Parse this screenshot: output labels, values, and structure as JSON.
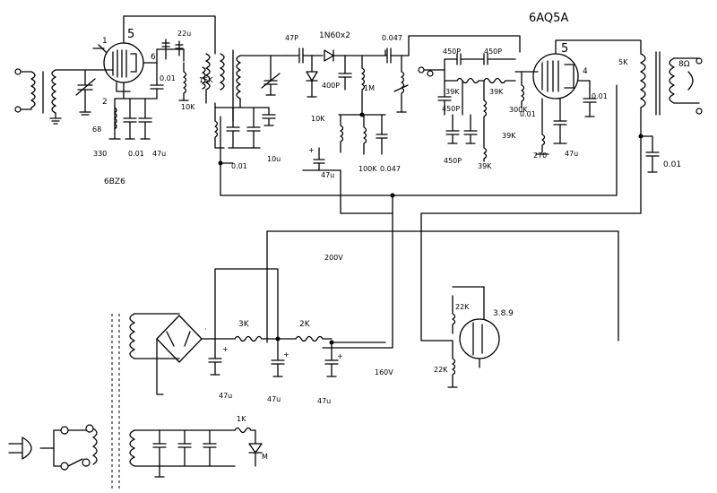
{
  "labels": {
    "tube1": "6BZ6",
    "tube2": "6AQ5A",
    "tube3": "3.8.9",
    "diode_pair": "1N60x2",
    "pin5": "5",
    "pin5b": "5",
    "pin1": "1",
    "pin2": "2",
    "pin4": "4",
    "pin6": "6",
    "r_15k": "15K",
    "c_22u_top": "22u",
    "c_001_a": "0.01",
    "r_10k_a": "10K",
    "r_68": "68",
    "r_330": "330",
    "c_001_b": "0.01",
    "c_47u_a": "47u",
    "c_001_c": "0.01",
    "c_10u": "10u",
    "c_47p": "47P",
    "c_400p": "400P",
    "r_1m": "1M",
    "r_10k_b": "10K",
    "c_0047_a": "0.047",
    "r_100k": "100K",
    "c_0047_b": "0.047",
    "c_450p_a": "450P",
    "c_450p_b": "450P",
    "c_450p_c": "450P",
    "r_39k_a": "39K",
    "r_39k_b": "39K",
    "r_39k_c": "39K",
    "r_39k_d": "39K",
    "c_450p_d": "450P",
    "r_300k": "300K",
    "c_001_d": "0.01",
    "r_270": "270",
    "c_47u_b": "47u",
    "c_001_e": "0.01",
    "t_5k": "5K",
    "spk_8": "8Ω",
    "c_001_f": "0.01",
    "v_200": "200V",
    "r_3k": "3K",
    "r_2k": "2K",
    "c_47u_c": "47u",
    "c_47u_d": "47u",
    "c_47u_e": "47u",
    "v_160": "160V",
    "r_22k_a": "22K",
    "r_22k_b": "22K",
    "r_1k": "1K",
    "led_m": "M"
  }
}
